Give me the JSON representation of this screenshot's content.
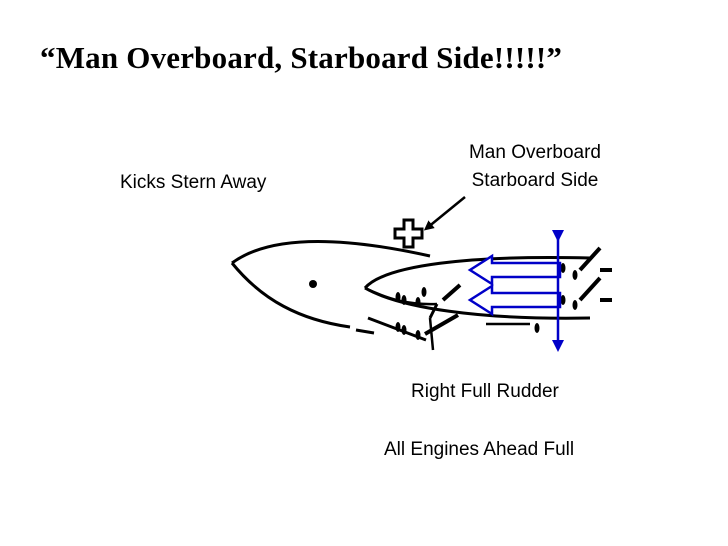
{
  "slide": {
    "title": "“Man Overboard, Starboard Side!!!!!”",
    "labels": {
      "kicks_stern": "Kicks Stern Away",
      "man_overboard_line1": "Man Overboard",
      "man_overboard_line2": "Starboard Side",
      "rudder": "Right Full Rudder",
      "engines": "All Engines Ahead Full"
    }
  },
  "colors": {
    "arrows": "#0000c8",
    "lines": "#000000"
  },
  "icons": [
    "person-in-water-cross-icon",
    "ship-hull-icon",
    "propeller-icon",
    "rudder-icon"
  ]
}
